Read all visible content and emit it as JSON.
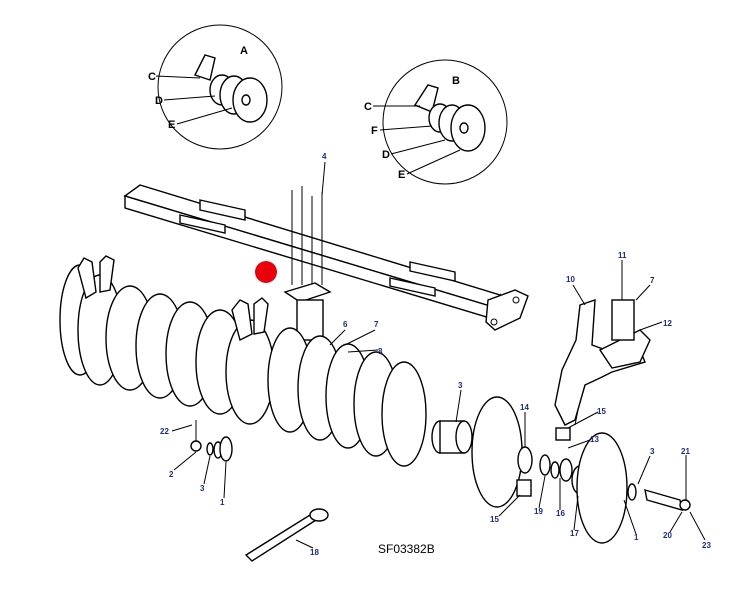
{
  "diagram": {
    "drawing_code": "SF03382B",
    "marker_color": "#e8000b",
    "callout_color": "#1a2a80",
    "detail_a": {
      "letter": "A",
      "labels": [
        "C",
        "D",
        "E"
      ]
    },
    "detail_b": {
      "letter": "B",
      "labels": [
        "C",
        "F",
        "D",
        "E"
      ]
    },
    "callouts": {
      "c4": "4",
      "c6": "6",
      "c7a": "7",
      "c8": "8",
      "c10": "10",
      "c11": "11",
      "c7b": "7",
      "c12": "12",
      "c22": "22",
      "c2": "2",
      "c3a": "3",
      "c1a": "1",
      "c3b": "3",
      "c14": "14",
      "c15a": "15",
      "c13": "13",
      "c15b": "15",
      "c19": "19",
      "c16": "16",
      "c17": "17",
      "c1b": "1",
      "c3c": "3",
      "c21": "21",
      "c20": "20",
      "c23": "23",
      "c18": "18"
    }
  }
}
